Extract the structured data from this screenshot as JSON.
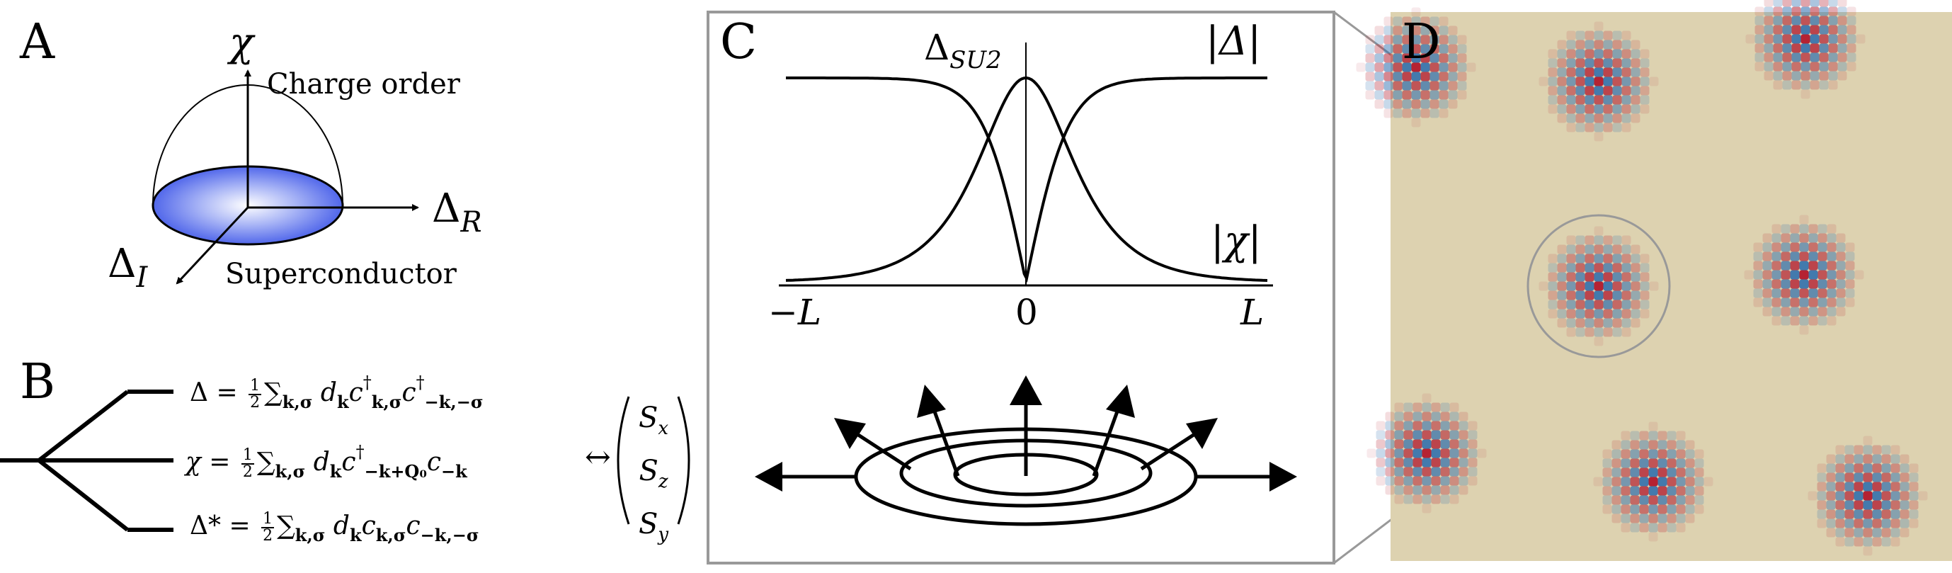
{
  "panels": {
    "a": "A",
    "b": "B",
    "c": "C",
    "d": "D"
  },
  "panel_a": {
    "chi_axis": "χ",
    "charge_order": "Charge order",
    "delta_r": "Δ",
    "delta_r_sub": "R",
    "delta_i": "Δ",
    "delta_i_sub": "I",
    "superconductor": "Superconductor",
    "sphere_color": "#3f57e8"
  },
  "panel_b": {
    "eq1": {
      "lhs": "Δ = ",
      "num": "1",
      "den": "2",
      "sum": "∑",
      "sum_sub": "k,σ",
      "body": " d",
      "body_sub": "k",
      "op1": "c",
      "op1_sup": "†",
      "op1_sub": "k,σ",
      "op2": "c",
      "op2_sup": "†",
      "op2_sub": "−k,−σ"
    },
    "eq2": {
      "lhs": "χ = ",
      "num": "1",
      "den": "2",
      "sum": "∑",
      "sum_sub": "k,σ",
      "body": " d",
      "body_sub": "k",
      "op1": "c",
      "op1_sup": "†",
      "op1_sub": "−k+Q₀",
      "op2": "c",
      "op2_sub": "−k"
    },
    "eq3": {
      "lhs": "Δ* = ",
      "num": "1",
      "den": "2",
      "sum": "∑",
      "sum_sub": "k,σ",
      "body": " d",
      "body_sub": "k",
      "op1": "c",
      "op1_sub": "k,σ",
      "op2": "c",
      "op2_sub": "−k,−σ"
    },
    "arrow": "↔",
    "spin": [
      {
        "s": "S",
        "sub": "x"
      },
      {
        "s": "S",
        "sub": "z"
      },
      {
        "s": "S",
        "sub": "y"
      }
    ]
  },
  "panel_c": {
    "delta_su2": "Δ",
    "delta_su2_sub": "SU2",
    "abs_delta": "|Δ|",
    "abs_chi": "|χ|",
    "tick_left": "−L",
    "tick_zero": "0",
    "tick_right": "L"
  },
  "panel_d": {
    "background": "#ddd2b0",
    "red": "#b2182b",
    "blue": "#2166ac"
  }
}
